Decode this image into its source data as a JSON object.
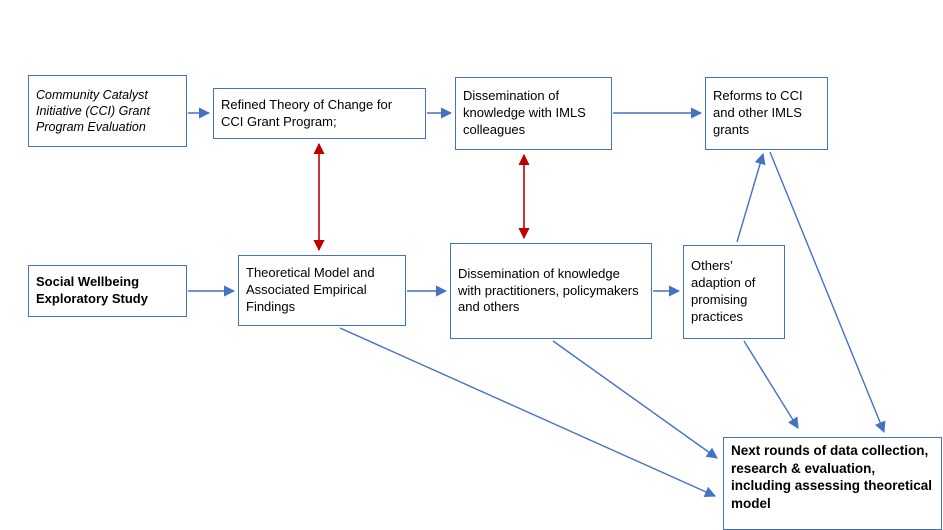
{
  "colors": {
    "box_border": "#4472C4",
    "arrow_blue": "#4472C4",
    "arrow_red": "#C00000",
    "text": "#000000",
    "background": "#FFFFFF"
  },
  "boxes": {
    "cci_grant_evaluation": "Community Catalyst Initiative (CCI) Grant Program Evaluation",
    "refined_theory": "Refined Theory of Change for CCI Grant Program;",
    "dissemination_imls": "Dissemination of knowledge with IMLS colleagues",
    "reforms": "Reforms to CCI and other IMLS grants",
    "social_wellbeing": "Social Wellbeing Exploratory Study",
    "theoretical_model": "Theoretical Model and Associated Empirical Findings",
    "dissemination_practitioners": "Dissemination of knowledge with practitioners, policymakers and others",
    "others_adaption": "Others’ adaption of promising practices",
    "next_rounds": "Next rounds of data collection, research & evaluation, including assessing theoretical model"
  }
}
